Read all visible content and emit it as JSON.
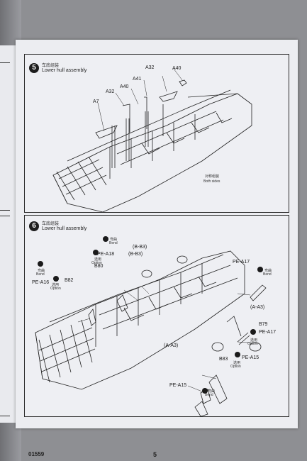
{
  "step5": {
    "number": "5",
    "cn": "车底组装",
    "en": "Lower hull assembly",
    "labels": [
      "A40",
      "A32",
      "A41",
      "A40",
      "A32",
      "A7"
    ],
    "note_cn": "对称组装",
    "note_en": "Both sides"
  },
  "step6": {
    "number": "6",
    "cn": "车底组装",
    "en": "Lower hull assembly",
    "labels": {
      "bend_cn_1": "弯曲",
      "bend_en_1": "Bend",
      "opt_cn_1": "选用",
      "opt_en_1": "Option",
      "pe_a18": "PE-A18",
      "b80": "B80",
      "b3_a": "(B-B3)",
      "b3_b": "(B-B3)",
      "bend_cn_2": "弯曲",
      "bend_en_2": "Bend",
      "opt_cn_2": "选用",
      "opt_en_2": "Option",
      "pe_a16": "PE-A16",
      "b82": "B82",
      "pe_a17_top": "PE-A17",
      "bend_cn_3": "弯曲",
      "bend_en_3": "Bend",
      "a3_right": "(A-A3)",
      "b79": "B79",
      "pe_a17_right": "PE-A17",
      "opt_cn_3": "选用",
      "opt_en_3": "Option",
      "a3_left": "(A-A3)",
      "b83": "B83",
      "opt_cn_4": "选用",
      "opt_en_4": "Option",
      "pe_a15_right": "PE-A15",
      "pe_a15_bottom": "PE-A15",
      "bend_cn_4": "弯曲",
      "bend_en_4": "Bend"
    }
  },
  "footer": {
    "code": "01559",
    "page": "5"
  }
}
